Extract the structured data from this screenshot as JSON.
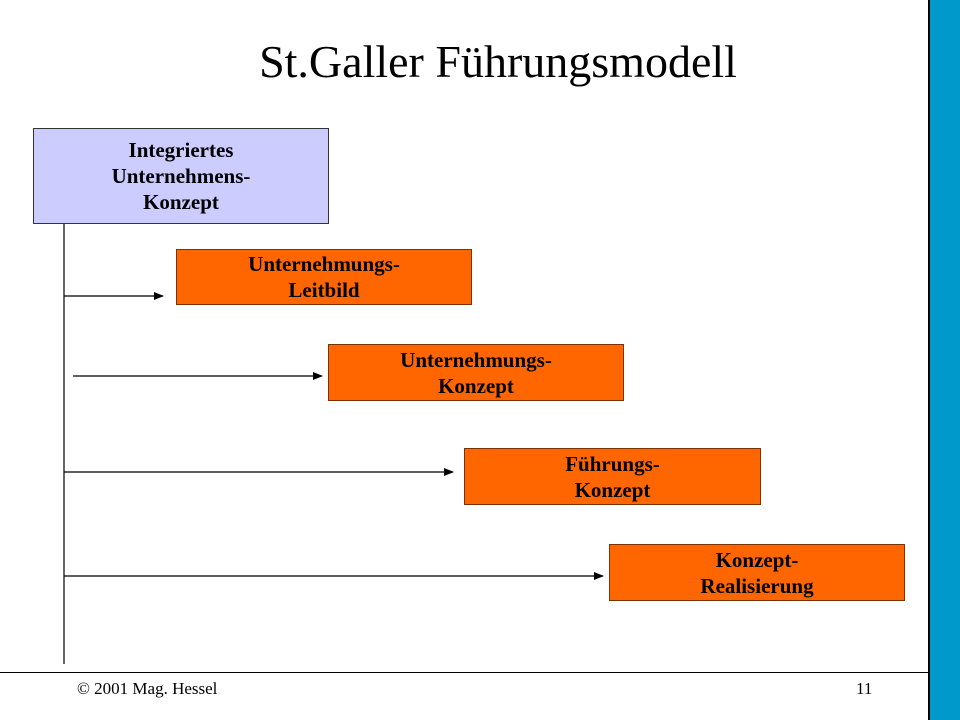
{
  "slide": {
    "title": "St.Galler Führungsmodell",
    "colors": {
      "root_box": "#ccccff",
      "step_box": "#ff6600",
      "side_bar": "#0099cc"
    }
  },
  "diagram": {
    "root": {
      "label": "Integriertes\nUnternehmens-\nKonzept"
    },
    "steps": [
      {
        "label": "Unternehmungs-\nLeitbild"
      },
      {
        "label": "Unternehmungs-\nKonzept"
      },
      {
        "label": "Führungs-\nKonzept"
      },
      {
        "label": "Konzept-\nRealisierung"
      }
    ]
  },
  "footer": {
    "copyright": "© 2001 Mag. Hessel",
    "page_number": "11"
  }
}
